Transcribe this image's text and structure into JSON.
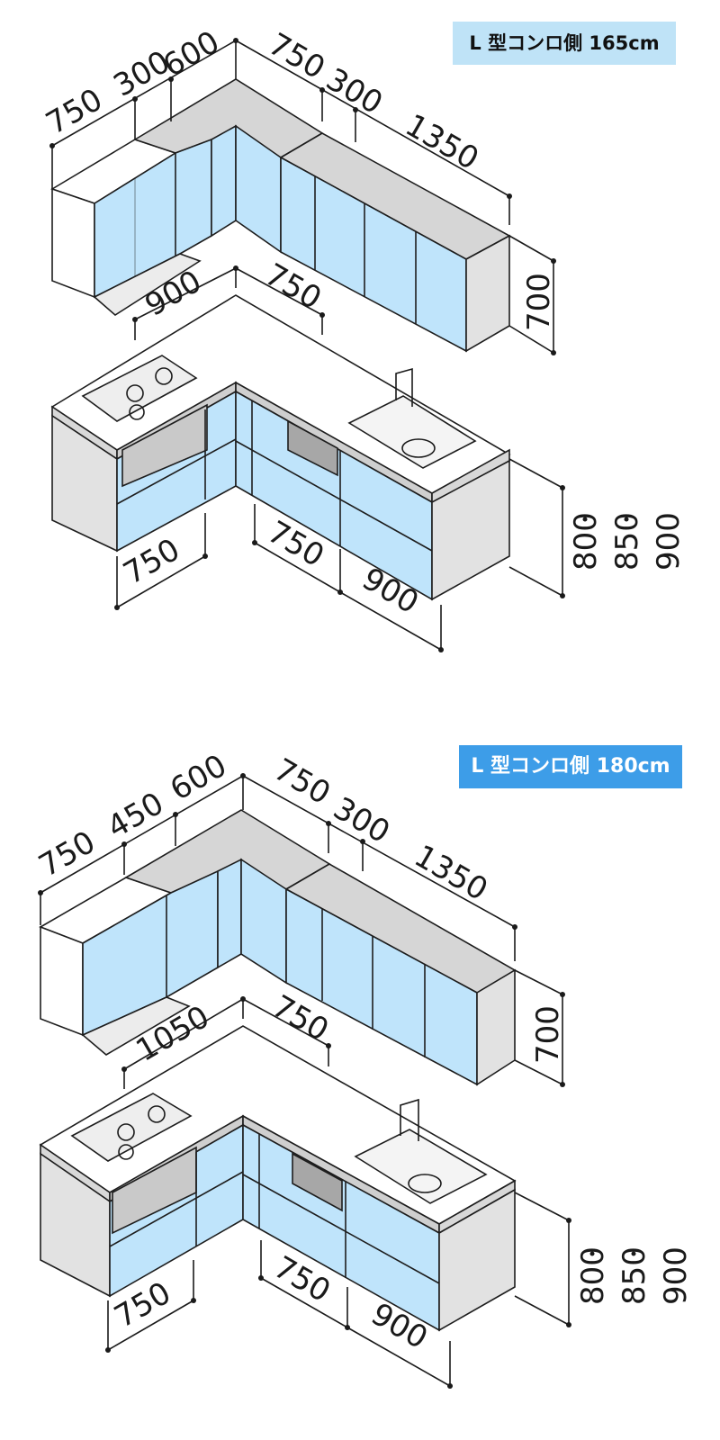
{
  "kitchens": [
    {
      "badge": "L 型コンロ側 165cm",
      "upper_dims": [
        "750",
        "300",
        "600",
        "750",
        "300",
        "1350"
      ],
      "upper_height": "700",
      "counter_dims": [
        "900",
        "750"
      ],
      "base_dims": [
        "750",
        "750",
        "900"
      ],
      "height_options": [
        "800",
        "850",
        "900"
      ]
    },
    {
      "badge": "L 型コンロ側 180cm",
      "upper_dims": [
        "750",
        "450",
        "600",
        "750",
        "300",
        "1350"
      ],
      "upper_height": "700",
      "counter_dims": [
        "1050",
        "750"
      ],
      "base_dims": [
        "750",
        "750",
        "900"
      ],
      "height_options": [
        "800",
        "850",
        "900"
      ]
    }
  ],
  "colors": {
    "door_blue": "#bfe4fb",
    "panel_gray": "#e2e2e2",
    "top_gray": "#d4d4d4",
    "white": "#ffffff",
    "badge_light": "#bfe3f7",
    "badge_dark": "#3d9de8"
  }
}
